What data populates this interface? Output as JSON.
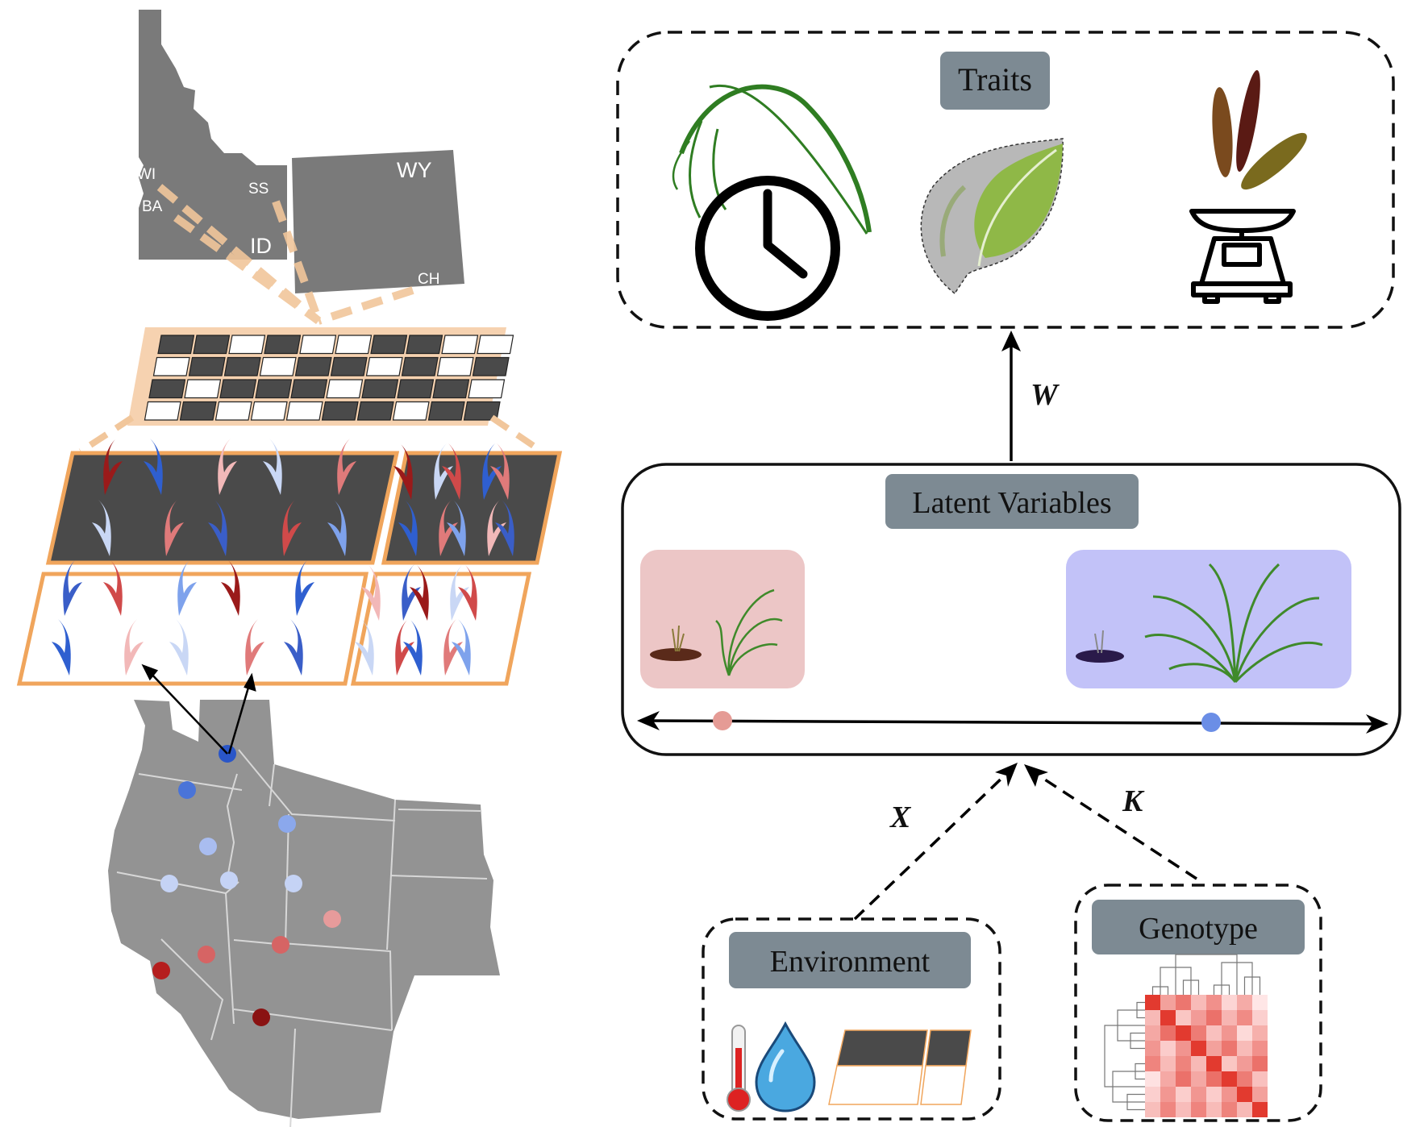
{
  "map_labels": {
    "wi": "WI",
    "ba": "BA",
    "ss": "SS",
    "id": "ID",
    "wy": "WY",
    "ch": "CH"
  },
  "boxes": {
    "traits": "Traits",
    "latent": "Latent Variables",
    "environment": "Environment",
    "genotype": "Genotype"
  },
  "edges": {
    "w": "W",
    "x": "X",
    "k": "K"
  },
  "colors": {
    "map_gray": "#7a7a7a",
    "west_gray": "#939393",
    "label_box": "#7d8a93",
    "grid_bg": "#f6d2b0",
    "plot_border": "#f0a55c",
    "dark_plot": "#4a4a4a",
    "latent_pink": "#ecc6c6",
    "latent_blue": "#c2c2f8",
    "dot_pink": "#e59b95",
    "dot_blue": "#6b8ee6",
    "grass_green": "#3f8a2a",
    "heat_red": "#e23a2f"
  },
  "site_dots": [
    {
      "color": "#2a56c8"
    },
    {
      "color": "#4a74d8"
    },
    {
      "color": "#8ba8ec"
    },
    {
      "color": "#a9bdf0"
    },
    {
      "color": "#c5d3f5"
    },
    {
      "color": "#c5d3f5"
    },
    {
      "color": "#c5d3f5"
    },
    {
      "color": "#e79b9b"
    },
    {
      "color": "#d66464"
    },
    {
      "color": "#d66464"
    },
    {
      "color": "#b51e1e"
    },
    {
      "color": "#8a1212"
    }
  ],
  "icons": [
    "clock-icon",
    "leaf-icon",
    "seeds-icon",
    "scale-icon",
    "thermometer-icon",
    "water-drop-icon",
    "heatmap-icon",
    "dendrogram-icon"
  ]
}
